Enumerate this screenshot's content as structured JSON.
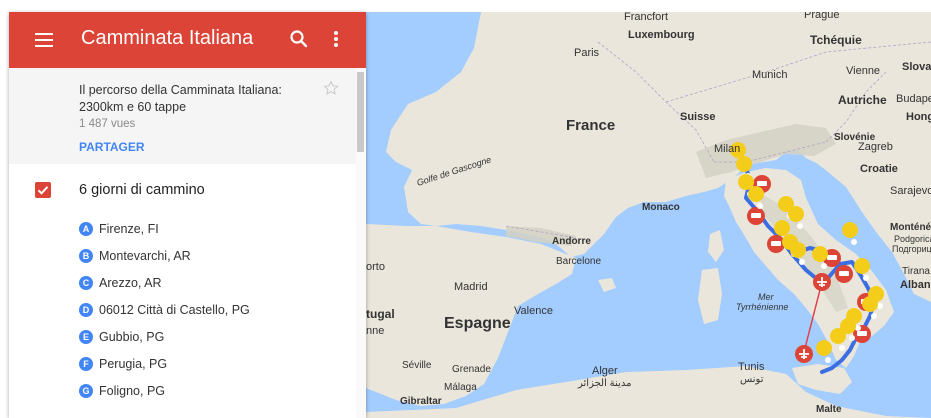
{
  "header": {
    "title": "Camminata Italiana"
  },
  "info": {
    "description": "Il percorso della Camminata Italiana: 2300km e 60 tappe",
    "views": "1 487 vues",
    "share_label": "PARTAGER"
  },
  "layer": {
    "title": "6 giorni di cammino",
    "checked": true,
    "stops": [
      {
        "letter": "A",
        "label": "Firenze, FI"
      },
      {
        "letter": "B",
        "label": "Montevarchi, AR"
      },
      {
        "letter": "C",
        "label": "Arezzo, AR"
      },
      {
        "letter": "D",
        "label": "06012 Città di Castello, PG"
      },
      {
        "letter": "E",
        "label": "Gubbio, PG"
      },
      {
        "letter": "F",
        "label": "Perugia, PG"
      },
      {
        "letter": "G",
        "label": "Foligno, PG"
      }
    ]
  },
  "map": {
    "labels": {
      "francfort": "Francfort",
      "prague": "Prague",
      "luxembourg": "Luxembourg",
      "tchequie": "Tchéquie",
      "slovaq": "Slovaq",
      "paris": "Paris",
      "munich": "Munich",
      "vienne": "Vienne",
      "autriche": "Autriche",
      "budape": "Budape",
      "hong": "Hong",
      "france": "France",
      "suisse": "Suisse",
      "milan": "Milan",
      "slovenie": "Slovénie",
      "zagreb": "Zagreb",
      "croatie": "Croatie",
      "golfe": "Golfe de Gascogne",
      "monaco": "Monaco",
      "sarajevo": "Sarajevo",
      "andorre": "Andorre",
      "montenegro": "Monténég",
      "podgorica": "Podgorica",
      "podgorica_cyr": "Подгорица",
      "barcelone": "Barcelone",
      "tirana": "Tirana",
      "alban": "Alban",
      "orto": "orto",
      "madrid": "Madrid",
      "mer": "Mer",
      "tyrrhenienne": "Tyrrhénienne",
      "tugal": "tugal",
      "nne": "nne",
      "espagne": "Espagne",
      "valence": "Valence",
      "seville": "Séville",
      "grenade": "Grenade",
      "malaga": "Málaga",
      "gibraltar": "Gibraltar",
      "alger": "Alger",
      "alger_ar": "مدينة الجزائر",
      "tunis": "Tunis",
      "tunis_ar": "تونس",
      "malte": "Malte"
    },
    "colors": {
      "sea": "#a3ccff",
      "land": "#eae6dc",
      "mountains": "#d3d1c3",
      "route": "#3b6de3",
      "pin_yellow": "#f4cd1b",
      "pin_red": "#db4437",
      "flight_line": "#e0404a"
    }
  }
}
